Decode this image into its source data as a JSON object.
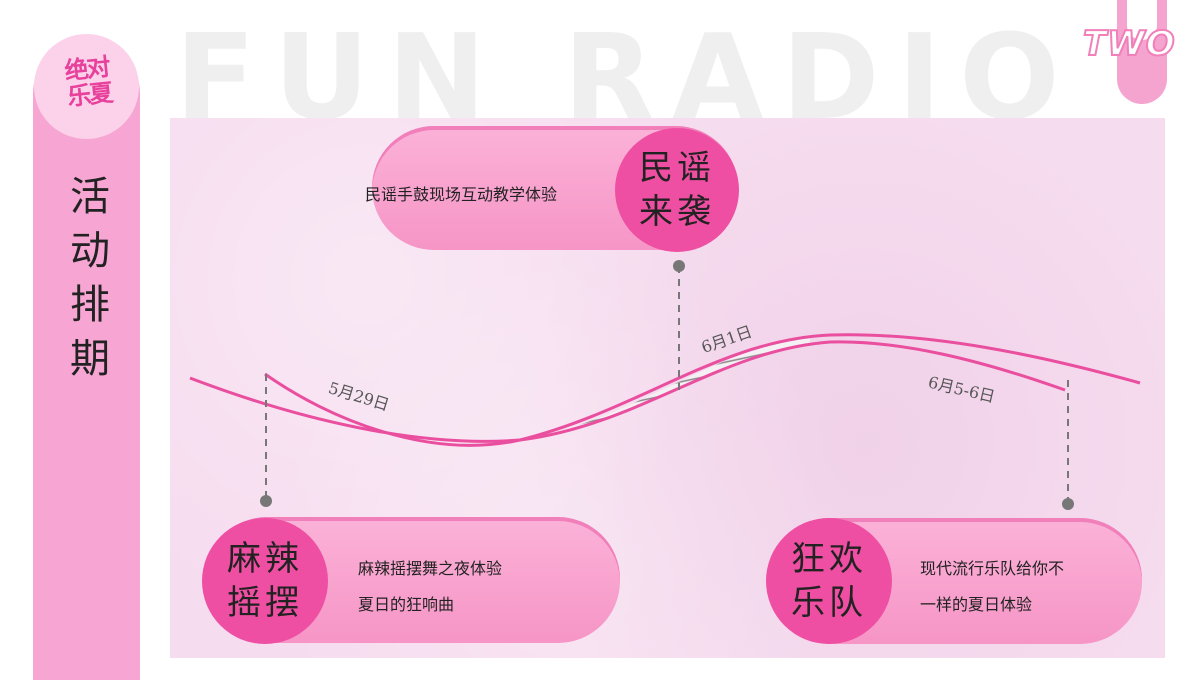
{
  "header": {
    "watermark": "FUN RADIO",
    "section_tab": "TWO"
  },
  "logo": {
    "text": "绝对乐夏"
  },
  "sidebar": {
    "title": "活动排期"
  },
  "events": [
    {
      "title_line1": "民谣",
      "title_line2": "来袭",
      "desc_line1": "民谣手鼓现场互动教学体验",
      "desc_line2": ""
    },
    {
      "title_line1": "麻辣",
      "title_line2": "摇摆",
      "desc_line1": "麻辣摇摆舞之夜体验",
      "desc_line2": "夏日的狂响曲"
    },
    {
      "title_line1": "狂欢",
      "title_line2": "乐队",
      "desc_line1": "现代流行乐队给你不",
      "desc_line2": "一样的夏日体验"
    }
  ],
  "timeline": {
    "dates": [
      "5月29日",
      "6月1日",
      "6月5-6日"
    ]
  },
  "colors": {
    "accent": "#ee4fa2",
    "card": "#f7a6d3",
    "panel": "#f6dcef",
    "line": "#ea4f9f"
  }
}
